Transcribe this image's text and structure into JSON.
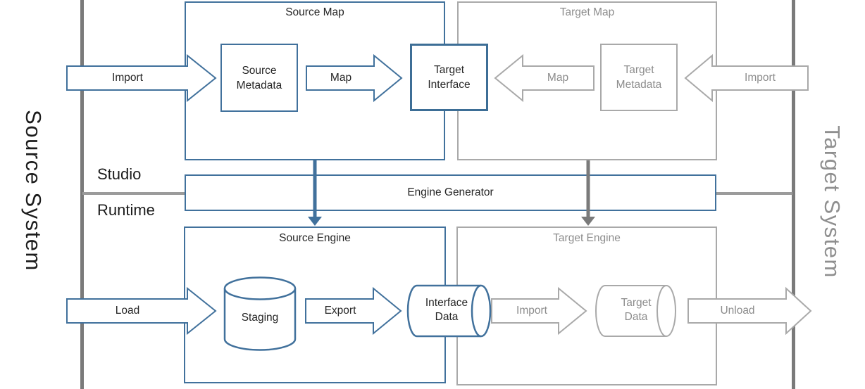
{
  "systems": {
    "source": "Source System",
    "target": "Target System"
  },
  "bands": {
    "studio": "Studio",
    "runtime": "Runtime"
  },
  "engine_generator": {
    "title": "Engine Generator"
  },
  "source_map": {
    "title": "Source Map",
    "import_arrow": "Import",
    "source_metadata": "Source Metadata",
    "map_arrow": "Map",
    "target_interface": "Target Interface"
  },
  "target_map": {
    "title": "Target Map",
    "map_arrow": "Map",
    "target_metadata": "Target Metadata",
    "import_arrow": "Import"
  },
  "source_engine": {
    "title": "Source Engine",
    "load_arrow": "Load",
    "staging": "Staging",
    "export_arrow": "Export",
    "interface_data": "Interface Data"
  },
  "target_engine": {
    "title": "Target Engine",
    "import_arrow": "Import",
    "target_data": "Target Data",
    "unload_arrow": "Unload"
  },
  "colors": {
    "blue": "#41719C",
    "gray_shape": "#A9A9A9",
    "gray_line": "#7A7A7A",
    "divider_gray": "#9B9B9B",
    "text_dark": "#262626",
    "text_gray": "#8C8C8C"
  }
}
